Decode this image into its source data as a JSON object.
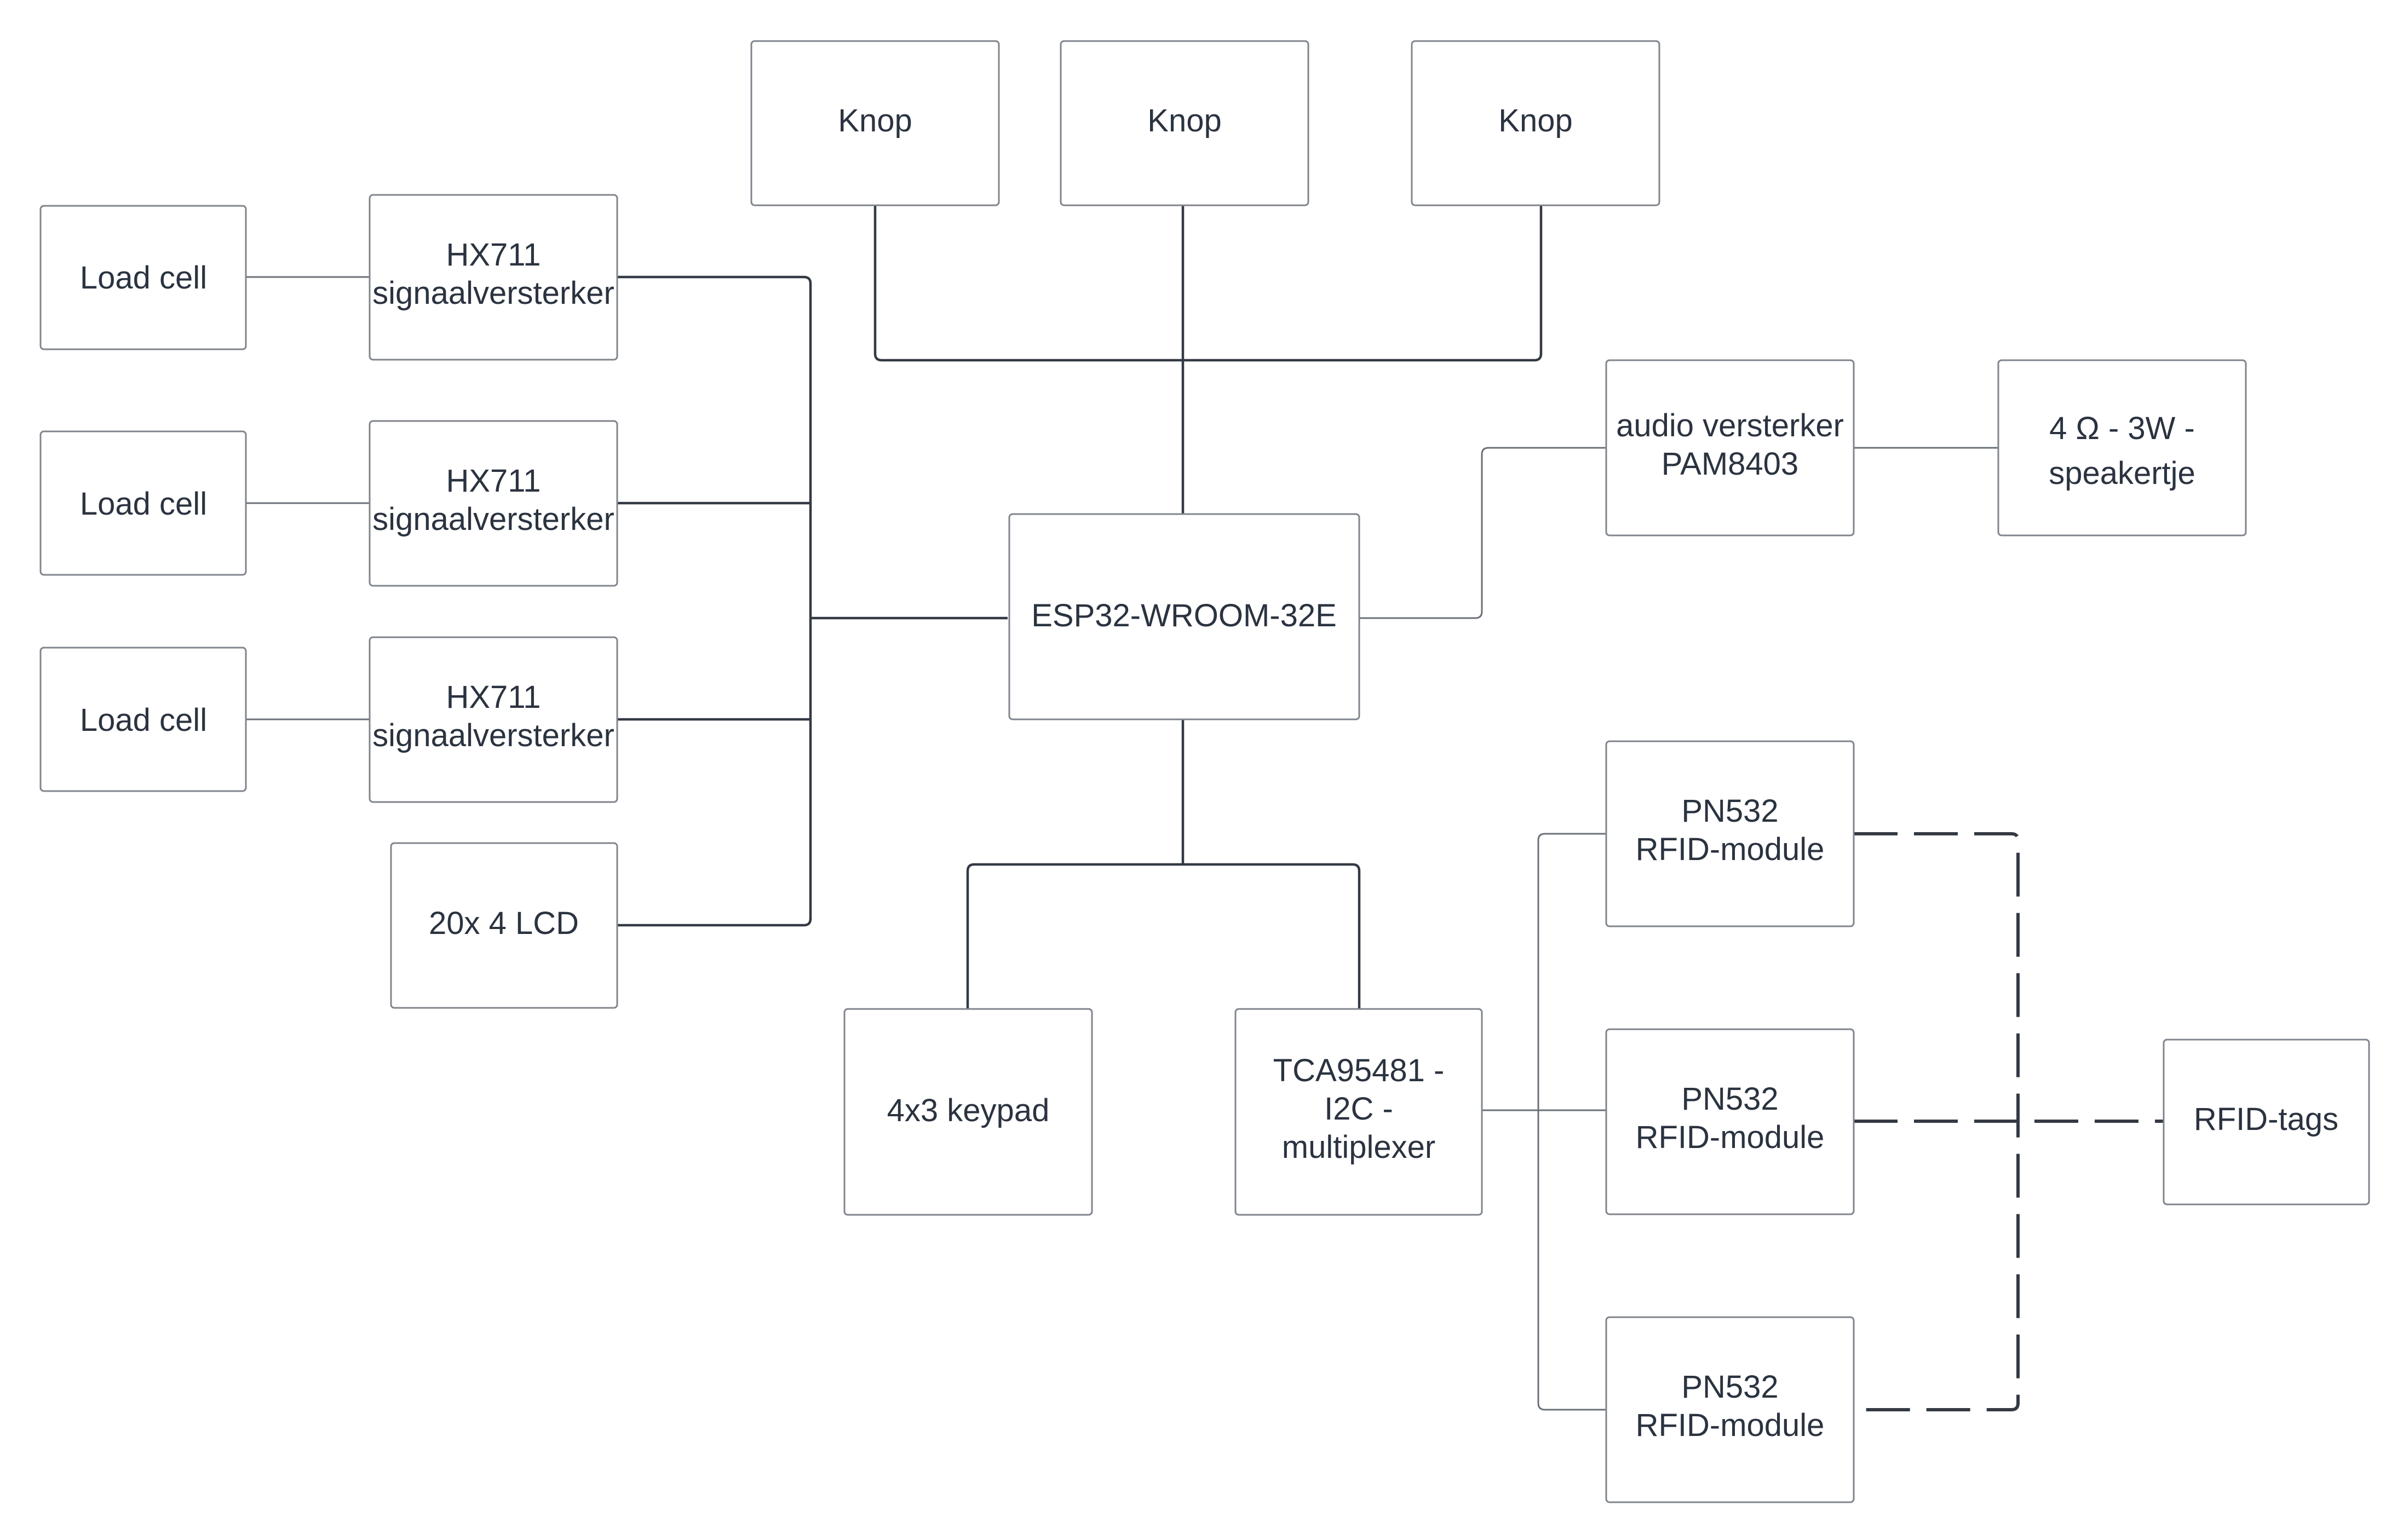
{
  "blocks": {
    "load_cell_1": [
      "Load cell"
    ],
    "load_cell_2": [
      "Load cell"
    ],
    "load_cell_3": [
      "Load cell"
    ],
    "hx711_1": [
      "HX711",
      "signaalversterker"
    ],
    "hx711_2": [
      "HX711",
      "signaalversterker"
    ],
    "hx711_3": [
      "HX711",
      "signaalversterker"
    ],
    "lcd": [
      "20x 4 LCD"
    ],
    "knop_1": [
      "Knop"
    ],
    "knop_2": [
      "Knop"
    ],
    "knop_3": [
      "Knop"
    ],
    "esp32": [
      "ESP32-WROOM-32E"
    ],
    "audio_amp": [
      "audio versterker",
      "PAM8403"
    ],
    "speaker": [
      "4 Ω - 3W -",
      "speakertje"
    ],
    "keypad": [
      "4x3 keypad"
    ],
    "multiplexer": [
      "TCA95481 -",
      "I2C -",
      "multiplexer"
    ],
    "pn532_1": [
      "PN532",
      "RFID-module"
    ],
    "pn532_2": [
      "PN532",
      "RFID-module"
    ],
    "pn532_3": [
      "PN532",
      "RFID-module"
    ],
    "rfid_tags": [
      "RFID-tags"
    ]
  },
  "colors": {
    "box_border": "#80858d",
    "line": "#343a44",
    "text": "#2b3340",
    "background": "#ffffff"
  }
}
